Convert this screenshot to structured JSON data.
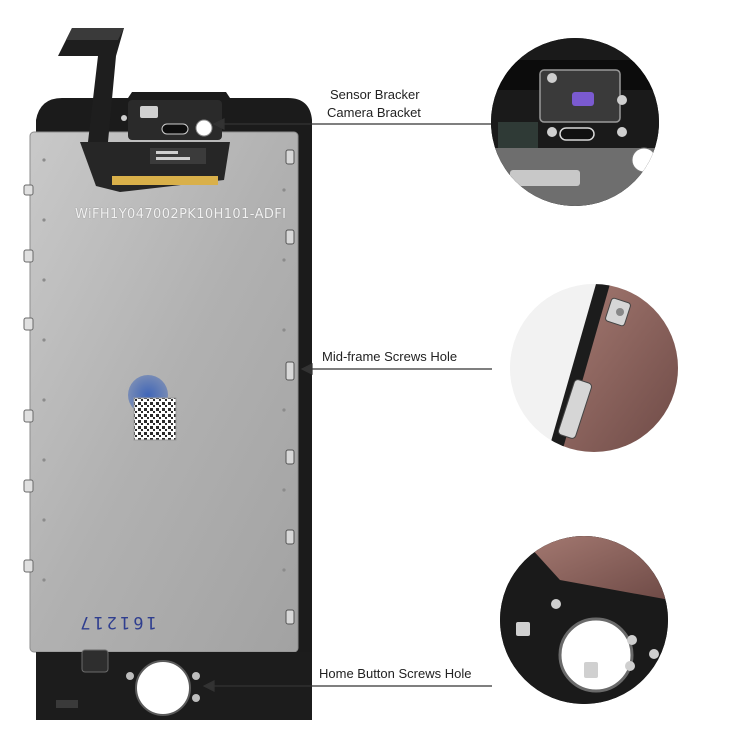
{
  "callouts": {
    "sensor_bracket": "Sensor Bracker",
    "camera_bracket": "Camera Bracket",
    "midframe_screws": "Mid-frame Screws Hole",
    "home_button_screws": "Home Button Screws Hole"
  },
  "panel": {
    "serial": "WiFH1Y047002PK10H101-ADFI",
    "date_code": "161217"
  },
  "colors": {
    "frame": "#1b1b1b",
    "shield": "#b4b4b4",
    "flex": "#262626",
    "gold": "#d9b04a",
    "lcd_red": "#8a5e58",
    "accent_blue": "#2f52a8",
    "line": "#333333"
  }
}
